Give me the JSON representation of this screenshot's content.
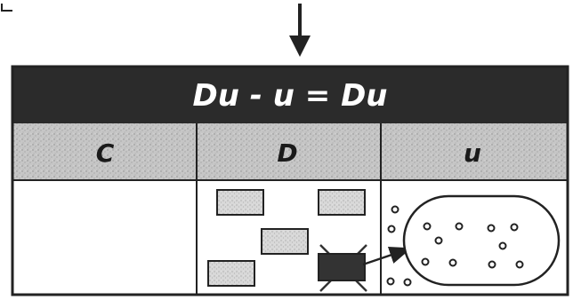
{
  "title": "Du - u = Du",
  "columns": [
    {
      "label": "C"
    },
    {
      "label": "D"
    },
    {
      "label": "u"
    }
  ],
  "colors": {
    "header_bar": "#2b2b2b",
    "column_header_bg": "#c4c4c4",
    "border": "#222222",
    "box_fill": "#d4d4d4",
    "dark_box": "#333333"
  },
  "icons": {
    "arrow": "down-arrow-icon",
    "crossed_box": "crossed-out-box-icon",
    "cell": "cell-oval-icon"
  }
}
